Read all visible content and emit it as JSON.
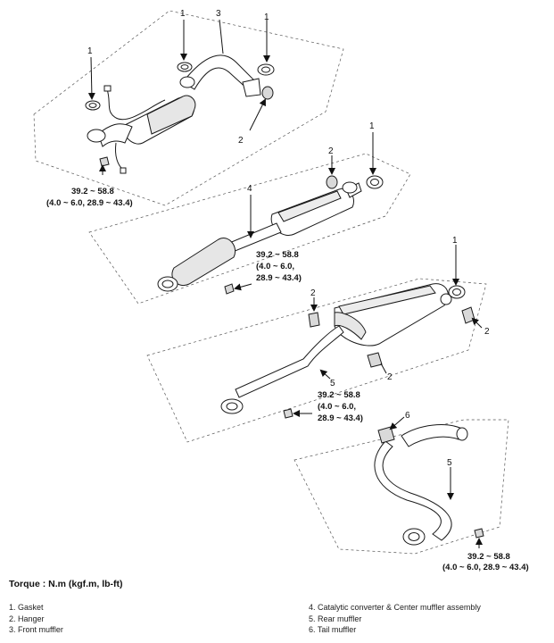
{
  "callouts": {
    "c1a": "1",
    "c3": "3",
    "c1b": "1",
    "c1c": "1",
    "c2a": "2",
    "c2b": "2",
    "c1d": "1",
    "c4": "4",
    "c1e": "1",
    "c2c": "2",
    "c2d": "2",
    "c2e": "2",
    "c5a": "5",
    "c6": "6",
    "c5b": "5"
  },
  "torque_specs": {
    "t1": {
      "line1": "39.2 ~ 58.8",
      "line2": "(4.0 ~ 6.0, 28.9 ~ 43.4)"
    },
    "t2": {
      "line1": "39.2 ~ 58.8",
      "line2": "(4.0 ~ 6.0,",
      "line3": "28.9 ~ 43.4)"
    },
    "t3": {
      "line1": "39.2 ~ 58.8",
      "line2": "(4.0 ~ 6.0,",
      "line3": "28.9 ~ 43.4)"
    },
    "t4": {
      "line1": "39.2 ~ 58.8",
      "line2": "(4.0 ~ 6.0, 28.9 ~ 43.4)"
    }
  },
  "torque_title": "Torque : N.m (kgf.m, lb-ft)",
  "legend": {
    "left": [
      "1. Gasket",
      "2. Hanger",
      "3. Front muffler"
    ],
    "right": [
      "4. Catalytic converter & Center muffler assembly",
      "5. Rear muffler",
      "6. Tail muffler"
    ]
  },
  "colors": {
    "line": "#1a1a1a",
    "fill": "#ffffff",
    "shade": "#d9d9d9",
    "dash": "#555555"
  }
}
